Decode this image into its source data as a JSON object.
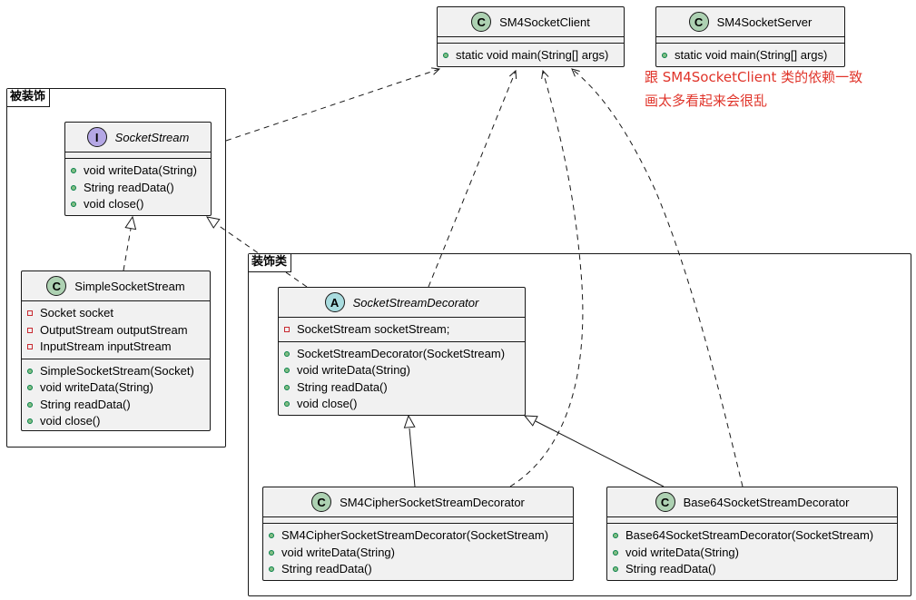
{
  "packages": {
    "decorated": {
      "name": "被装饰"
    },
    "decorators": {
      "name": "装饰类"
    }
  },
  "classes": {
    "client": {
      "stereotype": "C",
      "name": "SM4SocketClient",
      "fields": [],
      "methods": [
        {
          "vis": "public",
          "text": "static void main(String[] args)"
        }
      ]
    },
    "server": {
      "stereotype": "C",
      "name": "SM4SocketServer",
      "fields": [],
      "methods": [
        {
          "vis": "public",
          "text": "static void main(String[] args)"
        }
      ]
    },
    "socketStream": {
      "stereotype": "I",
      "name": "SocketStream",
      "abstract": true,
      "fields": [],
      "methods": [
        {
          "vis": "public",
          "text": "void writeData(String)"
        },
        {
          "vis": "public",
          "text": "String readData()"
        },
        {
          "vis": "public",
          "text": "void close()"
        }
      ]
    },
    "simpleSocketStream": {
      "stereotype": "C",
      "name": "SimpleSocketStream",
      "fields": [
        {
          "vis": "private",
          "text": "Socket socket"
        },
        {
          "vis": "private",
          "text": "OutputStream outputStream"
        },
        {
          "vis": "private",
          "text": "InputStream inputStream"
        }
      ],
      "methods": [
        {
          "vis": "public",
          "text": "SimpleSocketStream(Socket)"
        },
        {
          "vis": "public",
          "text": "void writeData(String)"
        },
        {
          "vis": "public",
          "text": "String readData()"
        },
        {
          "vis": "public",
          "text": "void close()"
        }
      ]
    },
    "decorator": {
      "stereotype": "A",
      "name": "SocketStreamDecorator",
      "abstract": true,
      "fields": [
        {
          "vis": "private",
          "text": "SocketStream socketStream;"
        }
      ],
      "methods": [
        {
          "vis": "public",
          "text": "SocketStreamDecorator(SocketStream)"
        },
        {
          "vis": "public",
          "text": "void writeData(String)"
        },
        {
          "vis": "public",
          "text": "String readData()"
        },
        {
          "vis": "public",
          "text": "void close()"
        }
      ]
    },
    "sm4Decorator": {
      "stereotype": "C",
      "name": "SM4CipherSocketStreamDecorator",
      "fields": [],
      "methods": [
        {
          "vis": "public",
          "text": "SM4CipherSocketStreamDecorator(SocketStream)"
        },
        {
          "vis": "public",
          "text": "void writeData(String)"
        },
        {
          "vis": "public",
          "text": "String readData()"
        }
      ]
    },
    "base64Decorator": {
      "stereotype": "C",
      "name": "Base64SocketStreamDecorator",
      "fields": [],
      "methods": [
        {
          "vis": "public",
          "text": "Base64SocketStreamDecorator(SocketStream)"
        },
        {
          "vis": "public",
          "text": "void writeData(String)"
        },
        {
          "vis": "public",
          "text": "String readData()"
        }
      ]
    }
  },
  "note": {
    "lines": [
      "跟 SM4SocketClient 类的依赖一致",
      "画太多看起来会很乱"
    ]
  },
  "colors": {
    "class_bg": "#f1f1f1",
    "border": "#181818",
    "class_badge": "#add1b2",
    "interface_badge": "#b4a7e5",
    "abstract_badge": "#a9dcdf",
    "public_fill": "#84be84",
    "private_border": "#c82930",
    "note_text": "#e0342a"
  }
}
